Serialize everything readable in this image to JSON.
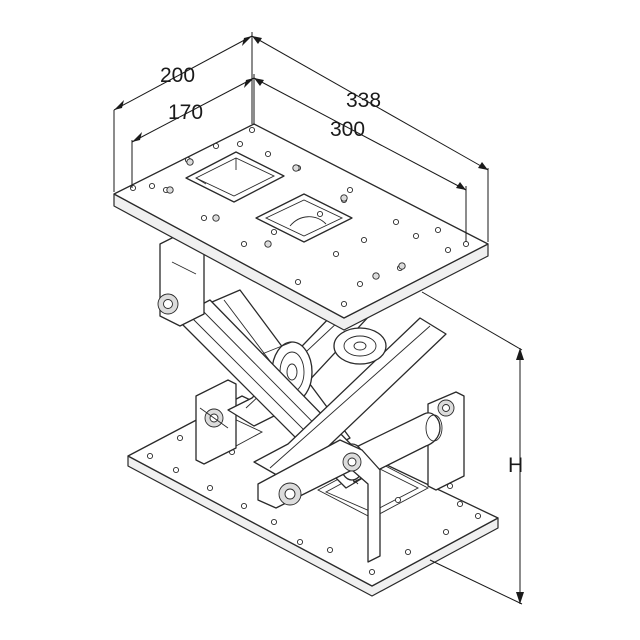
{
  "dimensions": {
    "d200": "200",
    "d170": "170",
    "d338": "338",
    "d300": "300",
    "height": "H"
  },
  "colors": {
    "line": "#2a2a2a",
    "background": "#ffffff"
  }
}
